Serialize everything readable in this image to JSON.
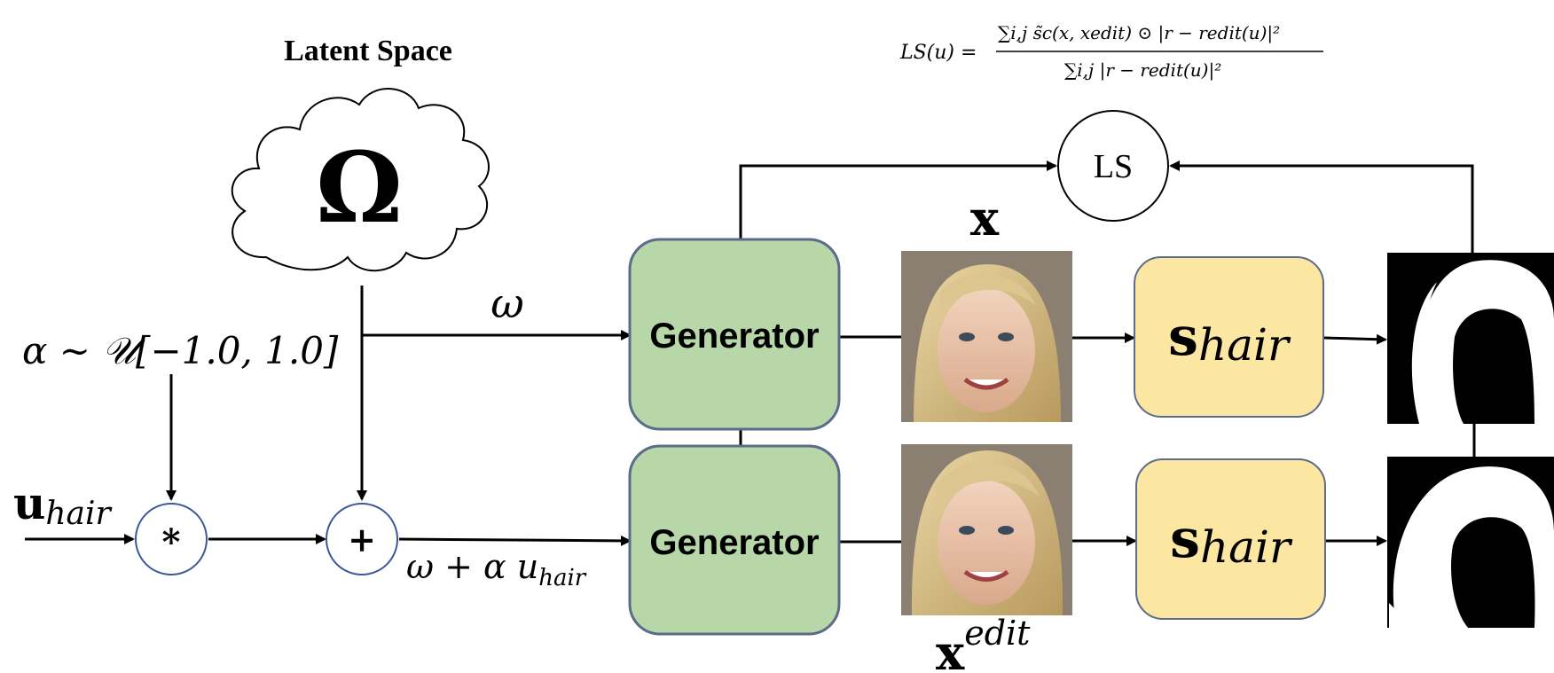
{
  "latent": {
    "title": "Latent Space",
    "symbol": "Ω"
  },
  "formula": {
    "lhs": "LS(u) =",
    "numerator": "∑i,j s̃c(x, xedit) ⊙ |r − redit(u)|²",
    "denominator": "∑i,j |r − redit(u)|²"
  },
  "ls_node": "LS",
  "omega_label": "ω",
  "alpha_label": "α ∼ 𝒰[−1.0, 1.0]",
  "u_hair_label": {
    "base": "u",
    "sub": "hair"
  },
  "sum_label": {
    "prefix": "ω + α u",
    "sub": "hair"
  },
  "operators": {
    "multiply": "*",
    "add": "+"
  },
  "generator_top": "Generator",
  "generator_bottom": "Generator",
  "x_label": "x",
  "x_edit_label": {
    "base": "x",
    "sup": "edit"
  },
  "seg_top": {
    "base": "s",
    "sub": "hair"
  },
  "seg_bottom": {
    "base": "s",
    "sub": "hair"
  },
  "colors": {
    "generator_fill": "#b7d7a8",
    "generator_stroke": "#5b6b8a",
    "seg_fill": "#fbe6a2",
    "seg_stroke": "#5b6b8a",
    "node_stroke": "#3b5998",
    "line": "#000000"
  }
}
